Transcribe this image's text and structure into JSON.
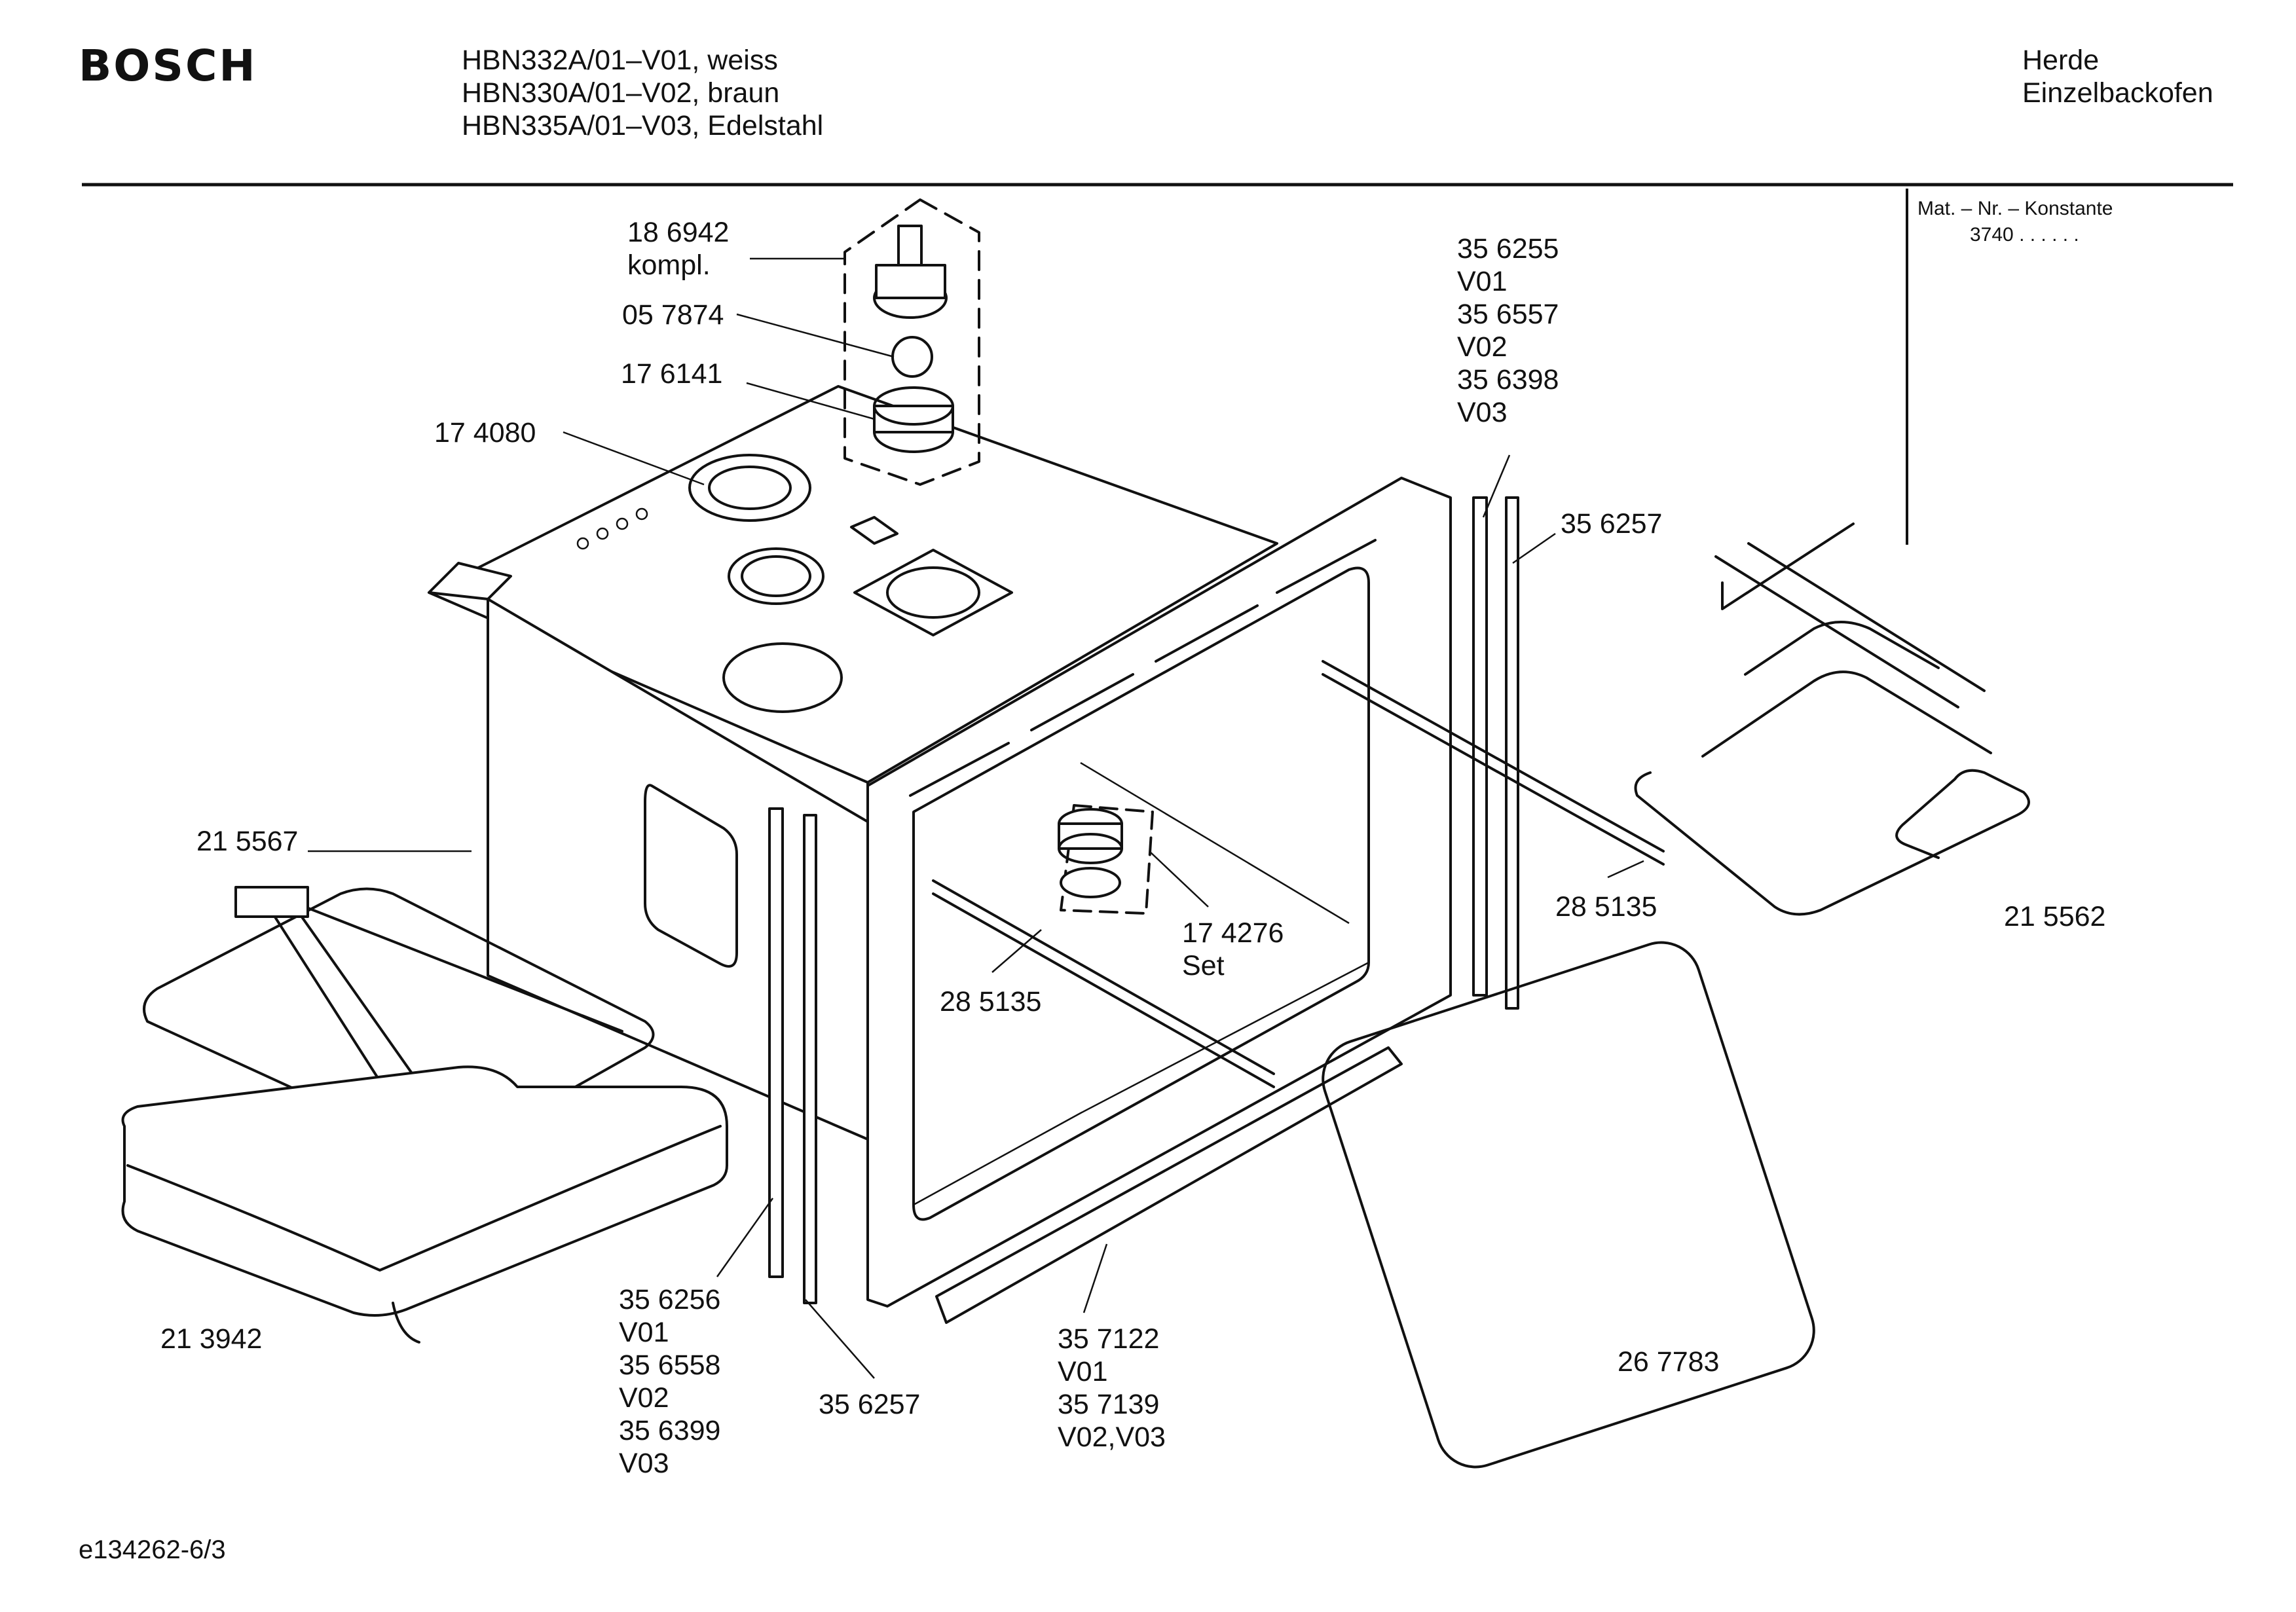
{
  "header": {
    "brand": "BOSCH",
    "models": [
      "HBN332A/01–V01, weiss",
      "HBN330A/01–V02, braun",
      "HBN335A/01–V03, Edelstahl"
    ],
    "category": [
      "Herde",
      "Einzelbackofen"
    ]
  },
  "konstante": {
    "label": "Mat. – Nr. – Konstante",
    "value": "3740  .  .    .  .  .  ."
  },
  "parts": [
    {
      "lines": [
        "18 6942",
        "kompl."
      ]
    },
    {
      "lines": [
        "05 7874"
      ]
    },
    {
      "lines": [
        "17 6141"
      ]
    },
    {
      "lines": [
        "17 4080"
      ]
    },
    {
      "lines": [
        "35 6255",
        "V01",
        "35 6557",
        "V02",
        "35 6398",
        "V03"
      ]
    },
    {
      "lines": [
        "35 6257"
      ]
    },
    {
      "lines": [
        "21 5567"
      ]
    },
    {
      "lines": [
        "17 4276",
        "Set"
      ]
    },
    {
      "lines": [
        "28 5135"
      ]
    },
    {
      "lines": [
        "28 5135"
      ]
    },
    {
      "lines": [
        "21 5562"
      ]
    },
    {
      "lines": [
        "21 3942"
      ]
    },
    {
      "lines": [
        "35 6256",
        "V01",
        "35 6558",
        "V02",
        "35 6399",
        "V03"
      ]
    },
    {
      "lines": [
        "35 6257"
      ]
    },
    {
      "lines": [
        "35 7122",
        "V01",
        "35 7139",
        "V02,V03"
      ]
    },
    {
      "lines": [
        "26 7783"
      ]
    }
  ],
  "footer": "e134262-6/3"
}
